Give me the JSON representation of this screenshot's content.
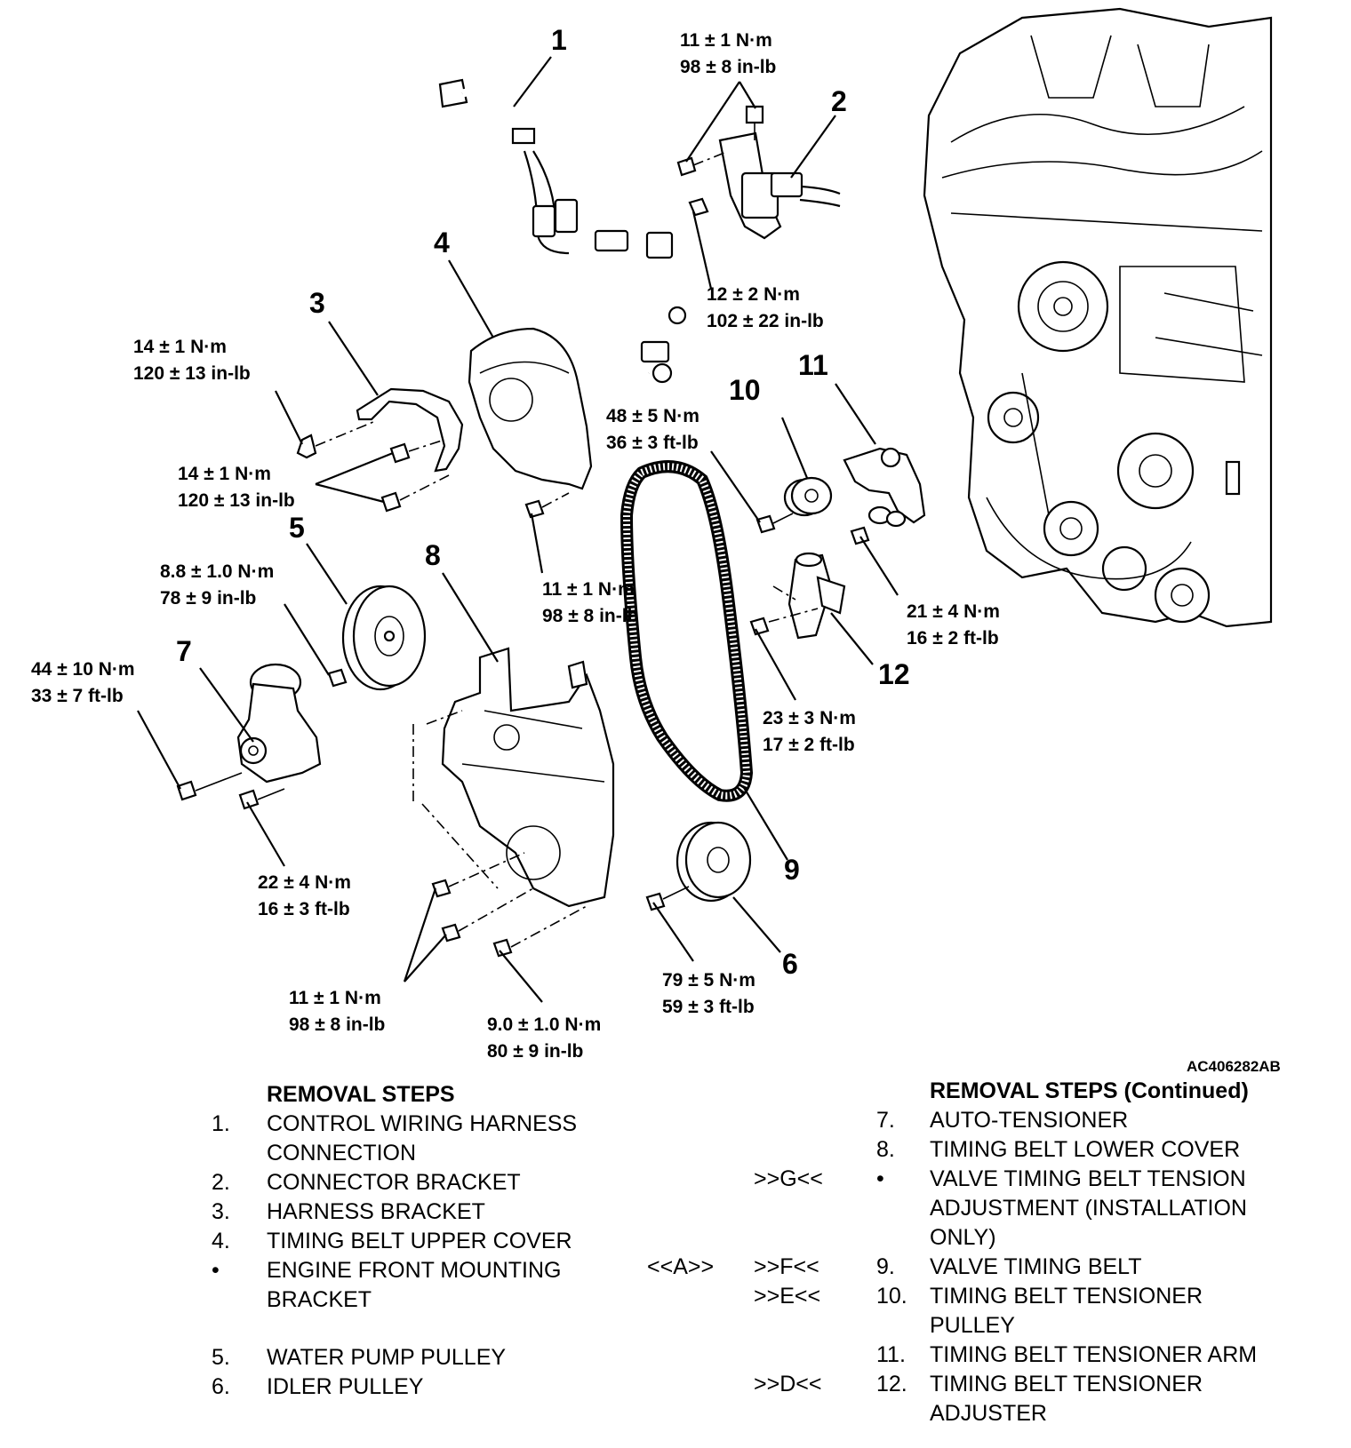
{
  "figure_ref": "AC406282AB",
  "part_numbers": [
    "1",
    "2",
    "3",
    "4",
    "5",
    "6",
    "7",
    "8",
    "9",
    "10",
    "11",
    "12"
  ],
  "torques": {
    "t1": {
      "nm": "11 ± 1 N·m",
      "imp": "98 ± 8 in-lb"
    },
    "t2": {
      "nm": "12 ± 2 N·m",
      "imp": "102 ± 22 in-lb"
    },
    "t3": {
      "nm": "14 ± 1 N·m",
      "imp": "120 ± 13 in-lb"
    },
    "t4": {
      "nm": "14 ± 1 N·m",
      "imp": "120 ± 13 in-lb"
    },
    "t5": {
      "nm": "11 ± 1 N·m",
      "imp": "98 ± 8 in-lb"
    },
    "t6": {
      "nm": "8.8 ± 1.0 N·m",
      "imp": "78 ± 9 in-lb"
    },
    "t7": {
      "nm": "44 ± 10 N·m",
      "imp": "33 ± 7 ft-lb"
    },
    "t8": {
      "nm": "22 ± 4 N·m",
      "imp": "16 ± 3 ft-lb"
    },
    "t9": {
      "nm": "11 ± 1 N·m",
      "imp": "98 ± 8 in-lb"
    },
    "t10": {
      "nm": "9.0 ± 1.0 N·m",
      "imp": "80 ± 9 in-lb"
    },
    "t11": {
      "nm": "48 ± 5 N·m",
      "imp": "36 ± 3 ft-lb"
    },
    "t12": {
      "nm": "21 ± 4 N·m",
      "imp": "16 ± 2 ft-lb"
    },
    "t13": {
      "nm": "23 ± 3 N·m",
      "imp": "17 ± 2 ft-lb"
    },
    "t14": {
      "nm": "79 ± 5 N·m",
      "imp": "59 ± 3 ft-lb"
    }
  },
  "removal_steps": {
    "heading": "REMOVAL STEPS",
    "items": [
      {
        "num": "1.",
        "text": "CONTROL WIRING HARNESS\nCONNECTION"
      },
      {
        "num": "2.",
        "text": "CONNECTOR BRACKET"
      },
      {
        "num": "3.",
        "text": "HARNESS BRACKET"
      },
      {
        "num": "4.",
        "text": "TIMING BELT UPPER COVER"
      },
      {
        "num": "•",
        "text": "ENGINE FRONT MOUNTING\nBRACKET"
      },
      {
        "num": "5.",
        "text": "WATER PUMP PULLEY"
      },
      {
        "num": "6.",
        "text": "IDLER PULLEY"
      }
    ]
  },
  "removal_steps_continued": {
    "heading": "REMOVAL STEPS (Continued)",
    "items": [
      {
        "m1": "",
        "m2": "",
        "num": "7.",
        "text": "AUTO-TENSIONER"
      },
      {
        "m1": "",
        "m2": "",
        "num": "8.",
        "text": "TIMING BELT LOWER COVER"
      },
      {
        "m1": "",
        "m2": ">>G<<",
        "num": "•",
        "text": "VALVE TIMING BELT TENSION\nADJUSTMENT (INSTALLATION\nONLY)"
      },
      {
        "m1": "<<A>>",
        "m2": ">>F<<",
        "num": "9.",
        "text": "VALVE TIMING BELT"
      },
      {
        "m1": "",
        "m2": ">>E<<",
        "num": "10.",
        "text": "TIMING BELT TENSIONER\nPULLEY"
      },
      {
        "m1": "",
        "m2": "",
        "num": "11.",
        "text": "TIMING BELT TENSIONER ARM"
      },
      {
        "m1": "",
        "m2": ">>D<<",
        "num": "12.",
        "text": "TIMING BELT TENSIONER\nADJUSTER"
      }
    ]
  }
}
